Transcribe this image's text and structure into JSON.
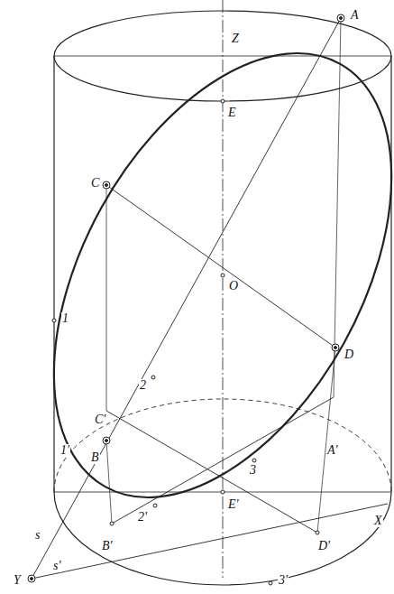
{
  "diagram": {
    "labels": [
      "Z",
      "A",
      "E",
      "C",
      "O",
      "1",
      "D",
      "2",
      "C'",
      "3",
      "1'",
      "A'",
      "B",
      "E'",
      "2'",
      "B'",
      "D'",
      "X",
      "3'",
      "s",
      "s'",
      "Y"
    ]
  }
}
